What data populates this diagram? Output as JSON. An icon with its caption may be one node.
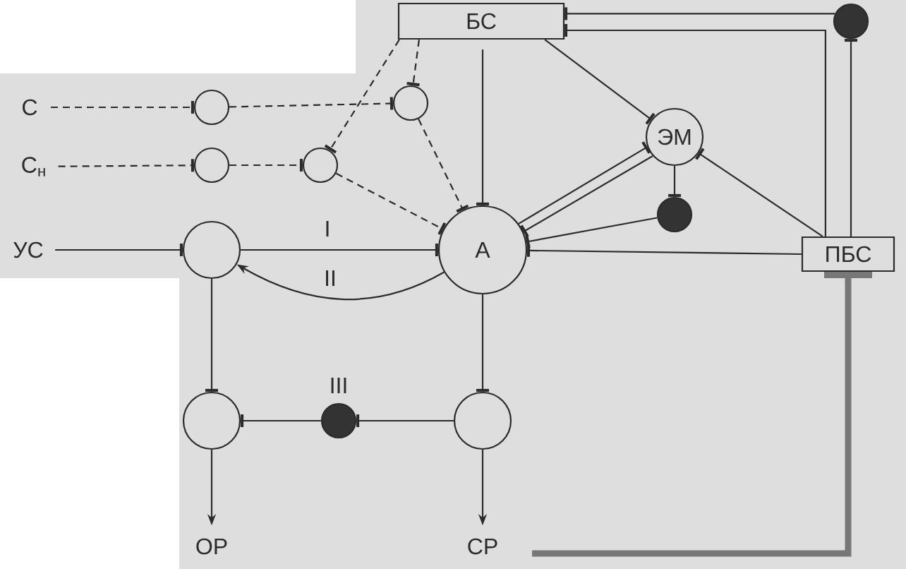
{
  "diagram": {
    "nodes": [
      {
        "text": [
          "БС"
        ]
      },
      {
        "text": [],
        "shape": "dot"
      },
      {
        "text": [
          "С"
        ]
      },
      {
        "text": [],
        "shape": "circle"
      },
      {
        "text": [],
        "shape": "circle"
      },
      {
        "text": [
          "ЭМ"
        ]
      },
      {
        "text": [
          "С$_{н}$"
        ]
      },
      {
        "text": [],
        "shape": "circle"
      },
      {
        "text": [],
        "shape": "circle"
      },
      {
        "text": [],
        "shape": "dot"
      },
      {
        "text": [
          "УС"
        ]
      },
      {
        "text": [],
        "shape": "circle"
      },
      {
        "text": [
          "А"
        ]
      },
      {
        "text": [
          "ПБС"
        ]
      },
      {
        "text": [],
        "shape": "circle"
      },
      {
        "text": [],
        "shape": "dot",
        "beside": [
          "III"
        ]
      },
      {
        "text": [],
        "shape": "circle"
      },
      {
        "text": [
          "ОР"
        ]
      },
      {
        "text": [
          "СР"
        ]
      }
    ],
    "edges": [
      {
        "from": 2,
        "to": 3,
        "arrow": "other",
        "style": "dashed"
      },
      {
        "from": 3,
        "to": 4,
        "arrow": "other",
        "style": "dashed"
      },
      {
        "from": 6,
        "to": 7,
        "arrow": "other",
        "style": "dashed"
      },
      {
        "from": 7,
        "to": 8,
        "arrow": "other",
        "style": "dashed"
      },
      {
        "from": 0,
        "to": 4,
        "arrow": "other",
        "style": "dashed"
      },
      {
        "from": 0,
        "to": 8,
        "arrow": "other",
        "style": "dashed"
      },
      {
        "from": 4,
        "to": 12,
        "arrow": "other",
        "style": "dashed"
      },
      {
        "from": 8,
        "to": 12,
        "arrow": "other",
        "style": "dashed"
      },
      {
        "from": 10,
        "to": 11,
        "arrow": "other"
      },
      {
        "from": 11,
        "to": 12,
        "arrow": "other",
        "label": "I"
      },
      {
        "from": 12,
        "to": 11,
        "arrow": "to",
        "label": "II"
      },
      {
        "from": 11,
        "to": 14,
        "arrow": "other"
      },
      {
        "from": 12,
        "to": 16,
        "arrow": "other"
      },
      {
        "from": 14,
        "to": 17,
        "arrow": "to"
      },
      {
        "from": 16,
        "to": 18,
        "arrow": "to"
      },
      {
        "from": 16,
        "to": 15,
        "arrow": "other"
      },
      {
        "from": 15,
        "to": 14,
        "arrow": "other"
      },
      {
        "from": 0,
        "to": 12,
        "arrow": "other"
      },
      {
        "from": 0,
        "to": 5,
        "arrow": "other"
      },
      {
        "from": 12,
        "to": 5,
        "arrow": "other"
      },
      {
        "from": 5,
        "to": 12,
        "arrow": "other"
      },
      {
        "from": 5,
        "to": 9,
        "arrow": "other"
      },
      {
        "from": 9,
        "to": 12,
        "arrow": "other"
      },
      {
        "from": 13,
        "to": 12,
        "arrow": "other"
      },
      {
        "from": 13,
        "to": 5,
        "arrow": "other"
      },
      {
        "from": 13,
        "to": 1,
        "arrow": "other"
      },
      {
        "from": 1,
        "to": 0,
        "arrow": "other"
      },
      {
        "from": 13,
        "to": 0,
        "arrow": "other"
      },
      {
        "from": null,
        "to": 13,
        "arrow": "other",
        "style": "thick",
        "color": "#777777"
      }
    ]
  }
}
